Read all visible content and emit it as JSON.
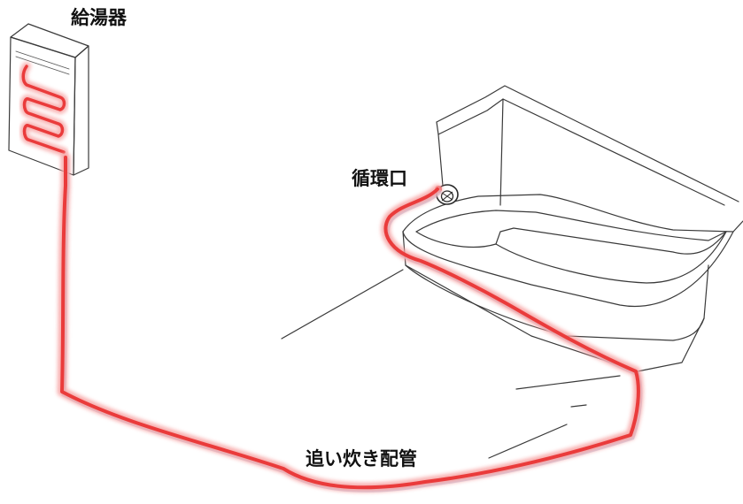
{
  "labels": {
    "water_heater": "給湯器",
    "circulation_port": "循環口",
    "reheat_pipe": "追い炊き配管"
  },
  "colors": {
    "pipe": "#ea3b3b",
    "pipe_glow": "#f7a3a3",
    "pipe_shadow": "#b8c8e6",
    "sketch_line": "#3a3a3a",
    "label_text": "#111111"
  },
  "icons": {
    "water_heater": "water-heater-icon",
    "bathtub": "bathtub-icon",
    "circulation_port": "circulation-port-icon"
  }
}
